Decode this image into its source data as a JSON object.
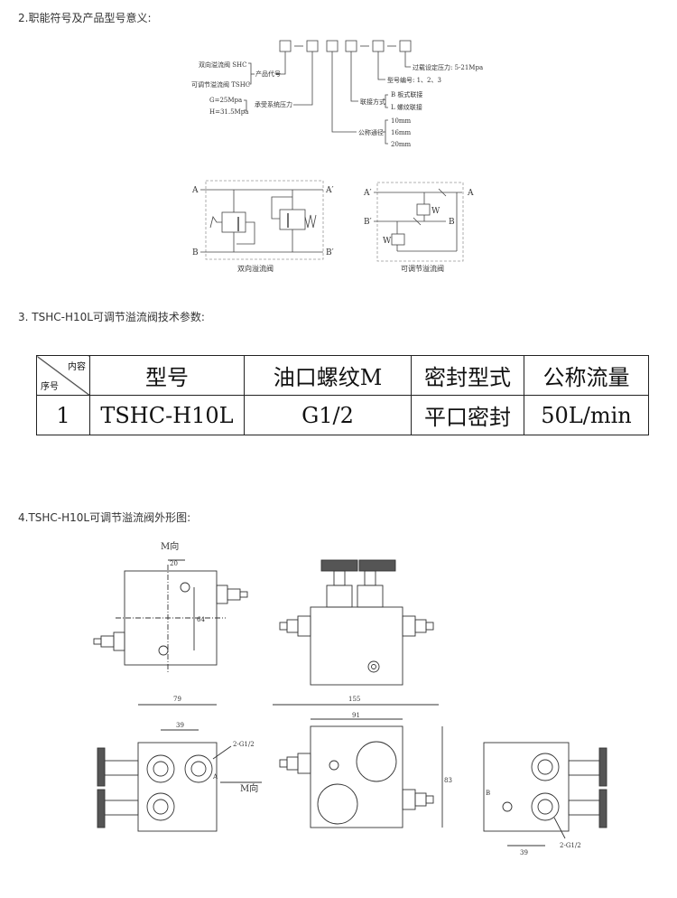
{
  "sections": {
    "s2": "2.职能符号及产品型号意义:",
    "s3": "3. TSHC-H10L可调节溢流阀技术参数:",
    "s4": "4.TSHC-H10L可调节溢流阀外形图:"
  },
  "code_diagram": {
    "product_a": "双向溢流阀 SHC",
    "product_b": "可调节溢流阀 TSHC",
    "product_code": "产品代号",
    "pressure_g": "G=25Mpa",
    "pressure_h": "H=31.5Mpa",
    "system_pressure": "承受系统压力",
    "nominal_dia": "公称通径",
    "dia_10": "10mm",
    "dia_16": "16mm",
    "dia_20": "20mm",
    "connection": "联接方式",
    "conn_b": "B 板式联接",
    "conn_l": "L 螺纹联接",
    "model_no": "型号编号: 1、2、3",
    "overload": "过载设定压力: 5-21Mpa"
  },
  "schematics": {
    "left_title": "双向溢流阀",
    "right_title": "可调节溢流阀",
    "port_a": "A",
    "port_a2": "A′",
    "port_b": "B",
    "port_b2": "B′",
    "w": "W"
  },
  "table": {
    "diag_top": "内容",
    "diag_bottom": "序号",
    "headers": [
      "型号",
      "油口螺纹M",
      "密封型式",
      "公称流量"
    ],
    "rows": [
      [
        "1",
        "TSHC-H10L",
        "G1/2",
        "平口密封",
        "50L/min"
      ]
    ]
  },
  "drawing": {
    "m_dir": "M向",
    "d20": "20",
    "d64": "64",
    "d79": "79",
    "d39": "39",
    "thread": "2-G1/2",
    "a": "A",
    "b": "B",
    "d155": "155",
    "d91": "91",
    "d83": "83"
  }
}
